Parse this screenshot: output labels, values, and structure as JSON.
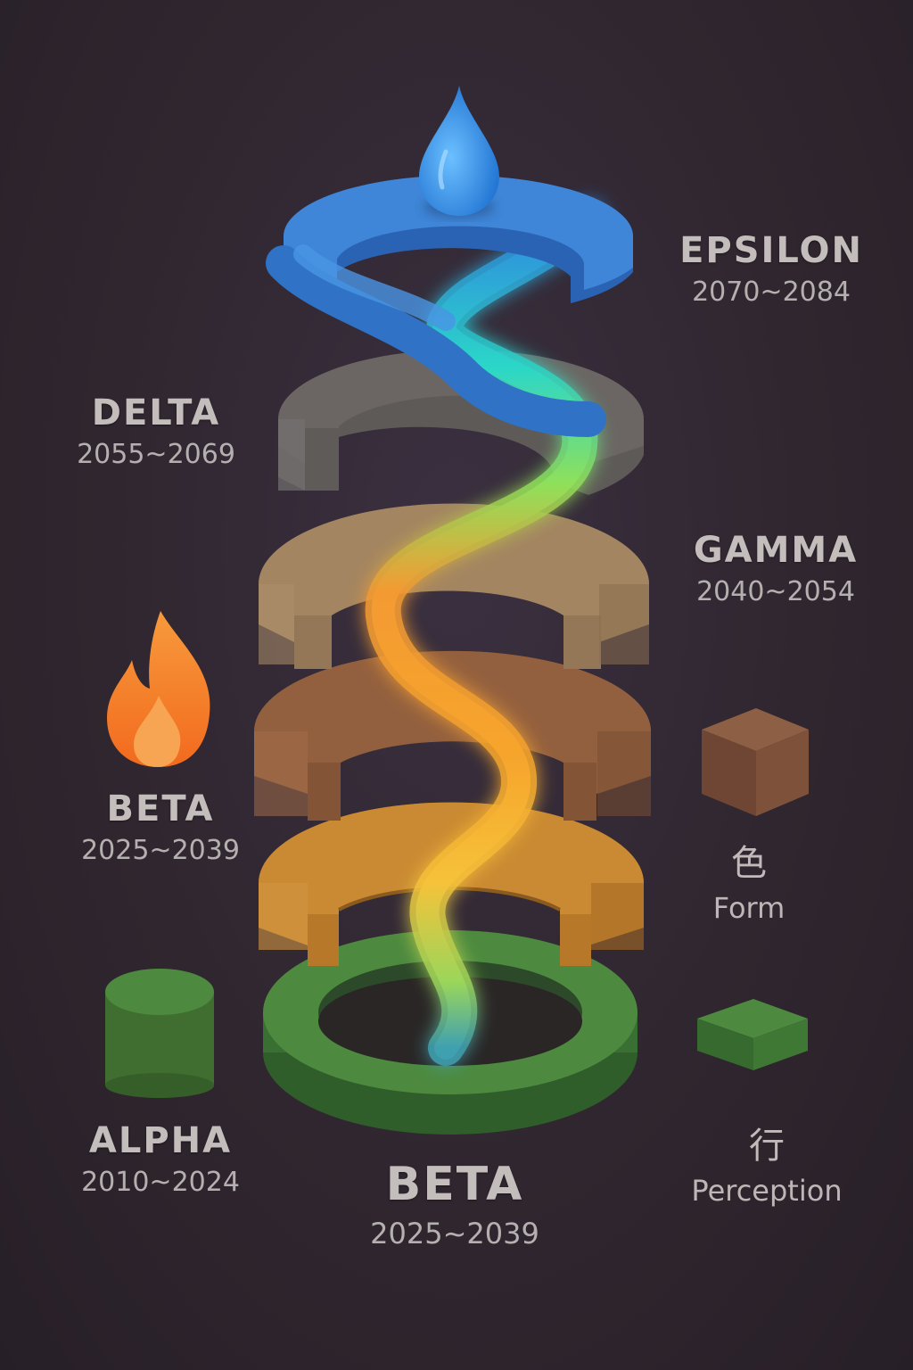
{
  "layers": [
    {
      "id": "epsilon",
      "name": "EPSILON",
      "years": "2070~2084",
      "color": "#3f86d8"
    },
    {
      "id": "delta",
      "name": "DELTA",
      "years": "2055~2069",
      "color": "#6b6663"
    },
    {
      "id": "gamma",
      "name": "GAMMA",
      "years": "2040~2054",
      "color": "#a38561"
    },
    {
      "id": "beta-left",
      "name": "BETA",
      "years": "2025~2039",
      "color": "#93603f"
    },
    {
      "id": "alpha",
      "name": "ALPHA",
      "years": "2010~2024",
      "color": "#4d8a3f"
    },
    {
      "id": "beta-bottom",
      "name": "BETA",
      "years": "2025~2039",
      "color": "#c98a33"
    }
  ],
  "side_captions": [
    {
      "glyph": "色",
      "word": "Form"
    },
    {
      "glyph": "行",
      "word": "Perception"
    }
  ],
  "icons": {
    "top": "water-drop-icon",
    "left_mid": "flame-icon",
    "right_mid": "brown-cube-icon",
    "left_bottom": "green-cylinder-icon",
    "right_bottom": "green-block-icon"
  },
  "colors": {
    "background": "#2e2530",
    "ring_blue": "#3f86d8",
    "ring_gray": "#6b6663",
    "ring_tan": "#a38561",
    "ring_brown": "#93603f",
    "ring_amber": "#c98a33",
    "ring_green": "#4d8a3f",
    "flame": "#f07a2a"
  }
}
